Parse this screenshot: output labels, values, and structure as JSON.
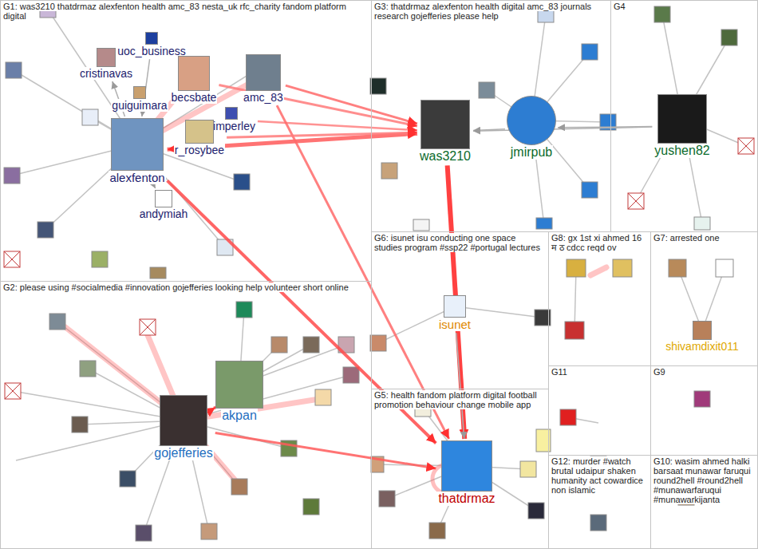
{
  "diagram": {
    "nodes": [
      {
        "text": [
          "G1: was3210 thatdrmaz alexfenton health amc_83 nesta_uk rfc_charity fandom platform digital"
        ]
      },
      {
        "text": [
          "uoc_business"
        ],
        "in": 0
      },
      {
        "text": [
          "cristinavas"
        ],
        "in": 0
      },
      {
        "text": [
          "becsbate"
        ],
        "in": 0
      },
      {
        "text": [
          "amc_83"
        ],
        "in": 0
      },
      {
        "text": [
          "guiguimara"
        ],
        "in": 0
      },
      {
        "text": [
          "itimperley"
        ],
        "in": 0
      },
      {
        "text": [
          "alexfenton"
        ],
        "in": 0
      },
      {
        "text": [
          "r_rosybee"
        ],
        "in": 0
      },
      {
        "text": [
          "andymiah"
        ],
        "in": 0
      },
      {
        "text": [
          "G3: thatdrmaz alexfenton health digital amc_83 journals research gojefferies please help"
        ]
      },
      {
        "text": [
          "was3210"
        ],
        "in": 10
      },
      {
        "text": [
          "jmirpub"
        ],
        "in": 10
      },
      {
        "text": [
          "G4"
        ]
      },
      {
        "text": [
          "yushen82"
        ],
        "in": 13
      },
      {
        "text": [
          "G2: please using #socialmedia #innovation gojefferies looking help volunteer short online"
        ]
      },
      {
        "text": [
          "akpan"
        ],
        "in": 15
      },
      {
        "text": [
          "gojefferies"
        ],
        "in": 15
      },
      {
        "text": [
          "G6: isunet isu conducting one space studies program #ssp22 #portugal lectures"
        ]
      },
      {
        "text": [
          "isunet"
        ],
        "in": 18
      },
      {
        "text": [
          "G8: gx 1st xi ahmed 16 म ठ cdcc reqd ov"
        ]
      },
      {
        "text": [
          "G7: arrested one"
        ]
      },
      {
        "text": [
          "shivamdixit011"
        ],
        "in": 21
      },
      {
        "text": [
          "G5: health fandom platform digital football promotion behaviour change mobile app"
        ]
      },
      {
        "text": [
          "thatdrmaz"
        ],
        "in": 23
      },
      {
        "text": [
          "G11"
        ]
      },
      {
        "text": [
          "G9"
        ]
      },
      {
        "text": [
          "G12: murder #watch brutal udaipur shaken humanity act cowardice non islamic"
        ]
      },
      {
        "text": [
          "G10: wasim ahmed halki barsaat munawar faruqui round2hell #round2hell #munawarfaruqui #munawarkijanta"
        ]
      }
    ],
    "edges": [
      {
        "from": 11,
        "to": 24,
        "arrow": "to"
      },
      {
        "from": 7,
        "to": 24,
        "arrow": "to"
      },
      {
        "from": 7,
        "to": 11,
        "arrow": "both"
      },
      {
        "from": 4,
        "to": 11,
        "arrow": "to"
      },
      {
        "from": 3,
        "to": 11,
        "arrow": "to"
      },
      {
        "from": 6,
        "to": 11,
        "arrow": "to"
      },
      {
        "from": 4,
        "to": 24,
        "arrow": "to"
      },
      {
        "from": 17,
        "to": 24,
        "arrow": "to"
      },
      {
        "from": 12,
        "to": 11,
        "arrow": "to"
      },
      {
        "from": 14,
        "to": 11,
        "arrow": "to"
      },
      {
        "from": 14,
        "to": 12,
        "arrow": "to"
      },
      {
        "from": 1,
        "to": 7,
        "arrow": "to"
      },
      {
        "from": 7,
        "to": 2,
        "arrow": "to"
      },
      {
        "from": 7,
        "to": 9,
        "arrow": "to"
      },
      {
        "from": 17,
        "to": 16,
        "arrow": "both"
      },
      {
        "from": 19,
        "to": 24,
        "arrow": "to"
      },
      {
        "from": 8,
        "to": 11,
        "arrow": "to"
      }
    ]
  }
}
